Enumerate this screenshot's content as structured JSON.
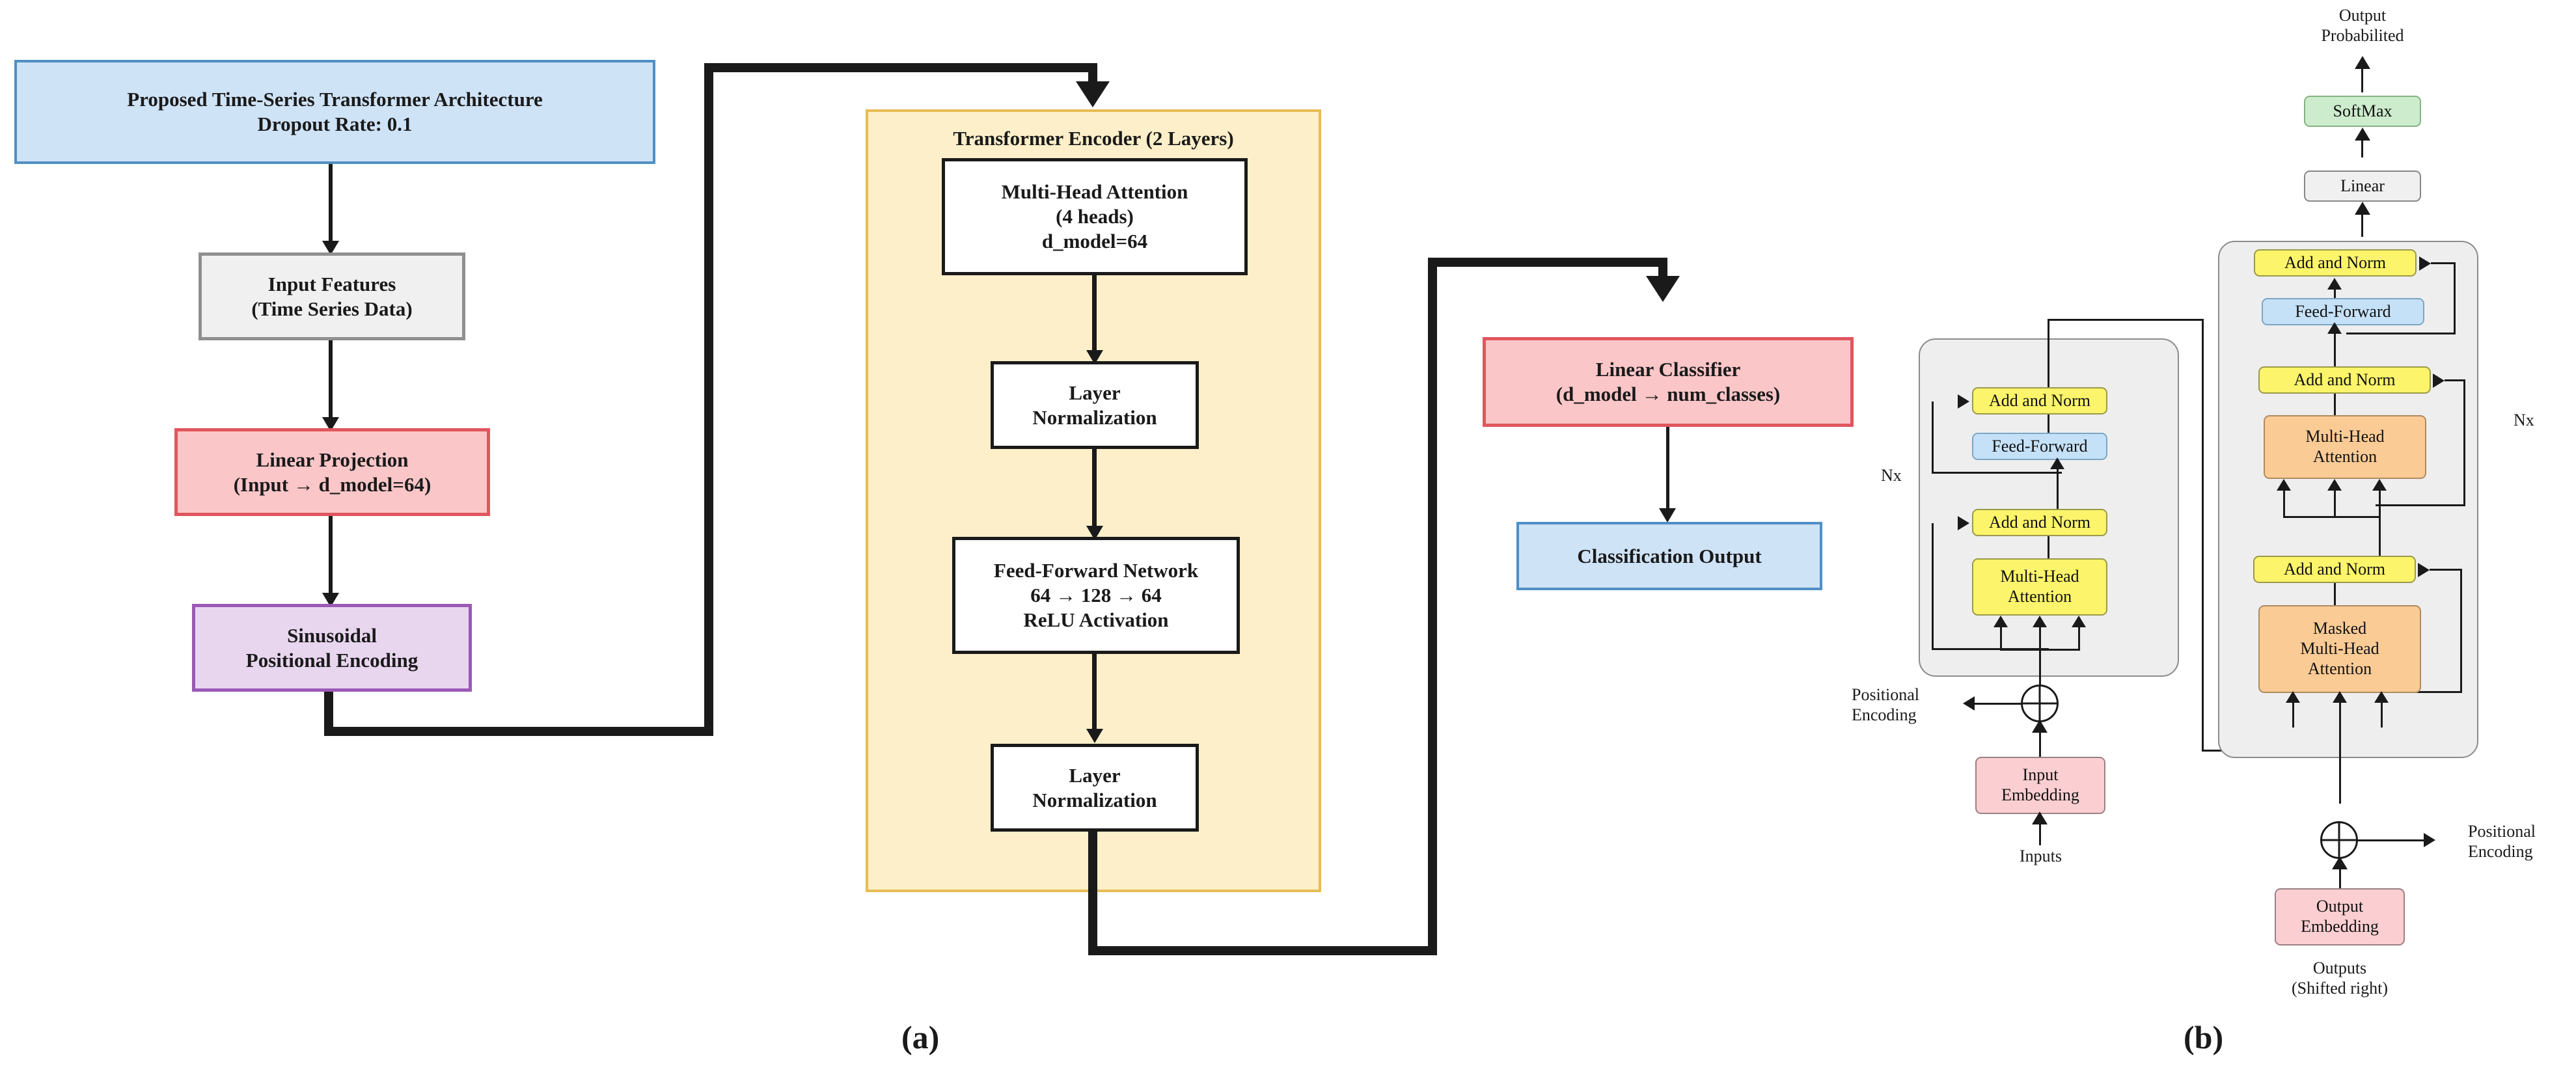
{
  "figure": {
    "panel_a_caption": "(a)",
    "panel_b_caption": "(b)"
  },
  "panel_a": {
    "title_box": {
      "line1": "Proposed Time-Series Transformer Architecture",
      "line2": "Dropout Rate: 0.1",
      "fill": "#cfe3f7",
      "stroke": "#4f8fc4"
    },
    "input_features": {
      "line1": "Input Features",
      "line2": "(Time Series Data)",
      "fill": "#f0f0f0",
      "stroke": "#8f8f8f"
    },
    "linear_projection": {
      "line1": "Linear Projection",
      "line2": "(Input → d_model=64)",
      "fill": "#fbc6c8",
      "stroke": "#e0565e"
    },
    "positional_encoding": {
      "line1": "Sinusoidal",
      "line2": "Positional Encoding",
      "fill": "#e8d6ef",
      "stroke": "#9b59b6"
    },
    "encoder_group": {
      "label": "Transformer Encoder (2 Layers)",
      "fill": "#fcefc9",
      "stroke": "#e8bc53"
    },
    "multi_head_attention": {
      "line1": "Multi-Head Attention",
      "line2": "(4 heads)",
      "line3": "d_model=64"
    },
    "layer_norm_1": {
      "line1": "Layer",
      "line2": "Normalization"
    },
    "feed_forward": {
      "line1": "Feed-Forward Network",
      "line2": "64 → 128 → 64",
      "line3": "ReLU Activation"
    },
    "layer_norm_2": {
      "line1": "Layer",
      "line2": "Normalization"
    },
    "linear_classifier": {
      "line1": "Linear Classifier",
      "line2": "(d_model → num_classes)",
      "fill": "#fbc6c8",
      "stroke": "#e0565e"
    },
    "classification_output": {
      "line1": "Classification Output",
      "fill": "#cfe3f7",
      "stroke": "#4f8fc4"
    }
  },
  "panel_b": {
    "output_probabilities": {
      "line1": "Output",
      "line2": "Probabilited"
    },
    "softmax": {
      "label": "SoftMax",
      "fill": "#cdeccd"
    },
    "linear": {
      "label": "Linear",
      "fill": "#f0f0f0"
    },
    "encoder": {
      "nx_label": "Nx",
      "add_norm_top": "Add and Norm",
      "feed_forward": "Feed-Forward",
      "add_norm_bottom": "Add and Norm",
      "multi_head_attention_line1": "Multi-Head",
      "multi_head_attention_line2": "Attention",
      "positional_encoding_line1": "Positional",
      "positional_encoding_line2": "Encoding",
      "input_embedding_line1": "Input",
      "input_embedding_line2": "Embedding",
      "inputs_label": "Inputs"
    },
    "decoder": {
      "nx_label": "Nx",
      "add_norm_top": "Add and Norm",
      "feed_forward": "Feed-Forward",
      "add_norm_mid": "Add and Norm",
      "multi_head_attention_line1": "Multi-Head",
      "multi_head_attention_line2": "Attention",
      "add_norm_bottom": "Add and Norm",
      "masked_mha_line1": "Masked",
      "masked_mha_line2": "Multi-Head",
      "masked_mha_line3": "Attention",
      "positional_encoding_line1": "Positional",
      "positional_encoding_line2": "Encoding",
      "output_embedding_line1": "Output",
      "output_embedding_line2": "Embedding",
      "outputs_line1": "Outputs",
      "outputs_line2": "(Shifted right)"
    }
  },
  "colors": {
    "yellow": "#fcf46a",
    "blue": "#c5e1f7",
    "orange": "#fbcb96",
    "pink": "#fbcfd2",
    "green": "#cdeccd",
    "gray": "#eeeeee",
    "encoder_panel": "#fcefc9"
  }
}
